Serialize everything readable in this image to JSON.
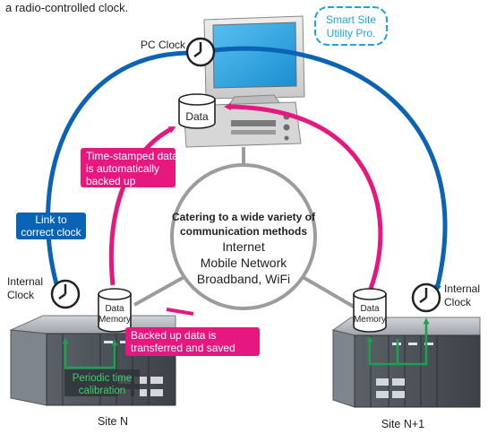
{
  "header": {
    "caption": "a radio-controlled clock."
  },
  "badge": {
    "line1": "Smart Site",
    "line2": "Utility Pro."
  },
  "pc": {
    "clock_label": "PC Clock",
    "data_label": "Data"
  },
  "callouts": {
    "link_line1": "Link to",
    "link_line2": "correct clock",
    "timestamp_line1": "Time-stamped data",
    "timestamp_line2": "is automatically",
    "timestamp_line3": "backed up",
    "backed_line1": "Backed up data is",
    "backed_line2": "transferred and saved"
  },
  "comm": {
    "title_line1": "Catering to a wide variety of",
    "title_line2": "communication methods",
    "methods": [
      "Internet",
      "Mobile Network",
      "Broadband, WiFi"
    ]
  },
  "site_n": {
    "clock_line1": "Internal",
    "clock_line2": "Clock",
    "mem_line1": "Data",
    "mem_line2": "Memory",
    "calib_line1": "Periodic time",
    "calib_line2": "calibration",
    "name": "Site N"
  },
  "site_n1": {
    "clock_line1": "Internal",
    "clock_line2": "Clock",
    "mem_line1": "Data",
    "mem_line2": "Memory",
    "name": "Site N+1"
  },
  "colors": {
    "blue_arrow": "#0b63b5",
    "magenta_arrow": "#e6177f",
    "green_calib": "#19a34e",
    "ring_gray": "#9c9c9c",
    "badge_blue": "#1fa3de"
  }
}
